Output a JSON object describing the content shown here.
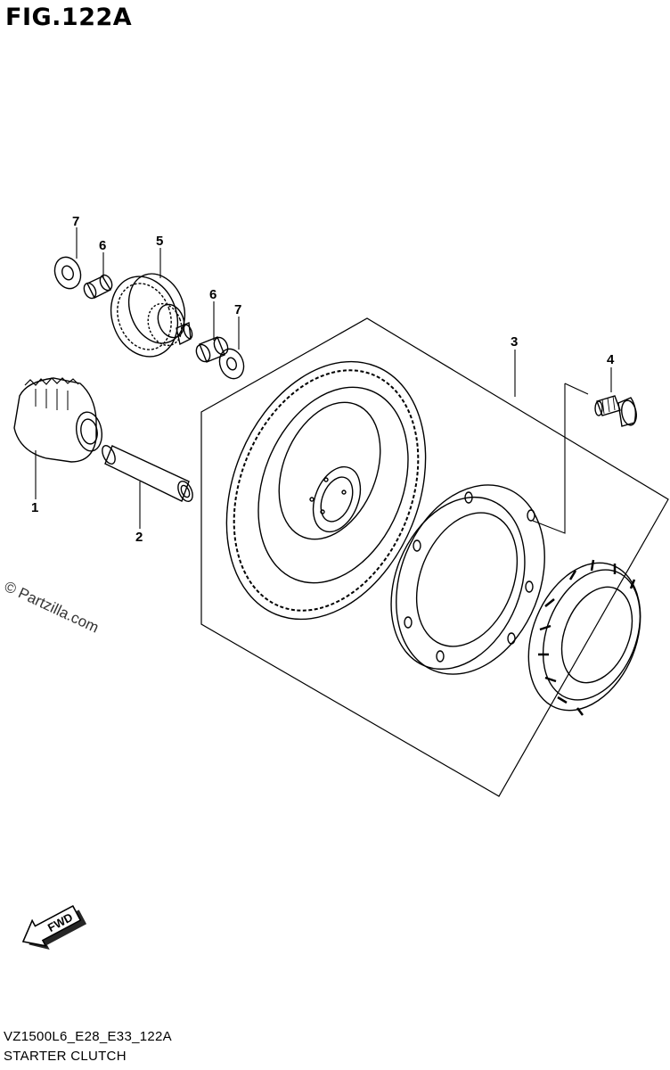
{
  "figure": {
    "title": "FIG.122A",
    "model_code": "VZ1500L6_E28_E33_122A",
    "caption": "STARTER CLUTCH",
    "copyright": "© Partzilla.com",
    "forward_label": "FWD"
  },
  "callouts": [
    {
      "id": "1",
      "part": "idle gear"
    },
    {
      "id": "2",
      "part": "shaft"
    },
    {
      "id": "3",
      "part": "starter clutch assembly"
    },
    {
      "id": "4",
      "part": "bolt"
    },
    {
      "id": "5",
      "part": "starter idle gear"
    },
    {
      "id": "6",
      "part": "bushing"
    },
    {
      "id": "6",
      "part": "bushing"
    },
    {
      "id": "7",
      "part": "washer"
    },
    {
      "id": "7",
      "part": "washer"
    }
  ],
  "colors": {
    "line": "#000000",
    "background": "#ffffff"
  }
}
